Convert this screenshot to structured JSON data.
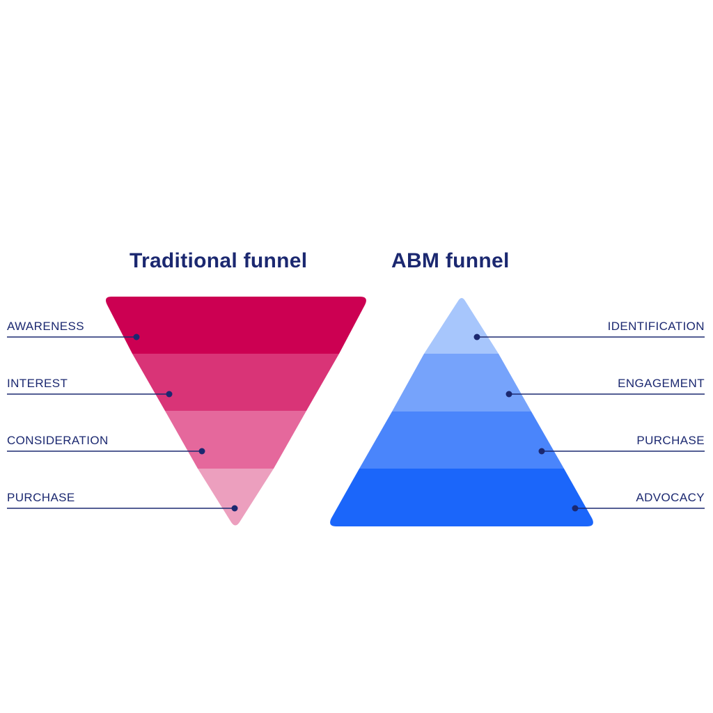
{
  "traditional": {
    "title": "Traditional funnel",
    "stages": [
      "AWARENESS",
      "INTEREST",
      "CONSIDERATION",
      "PURCHASE"
    ],
    "colors": [
      "#cc0052",
      "#d93477",
      "#e5689c",
      "#ec9fbe"
    ]
  },
  "abm": {
    "title": "ABM funnel",
    "stages": [
      "IDENTIFICATION",
      "ENGAGEMENT",
      "PURCHASE",
      "ADVOCACY"
    ],
    "colors": [
      "#a7c6fc",
      "#76a3fb",
      "#4a85fb",
      "#1b66fa"
    ]
  },
  "line_color": "#1b2870"
}
